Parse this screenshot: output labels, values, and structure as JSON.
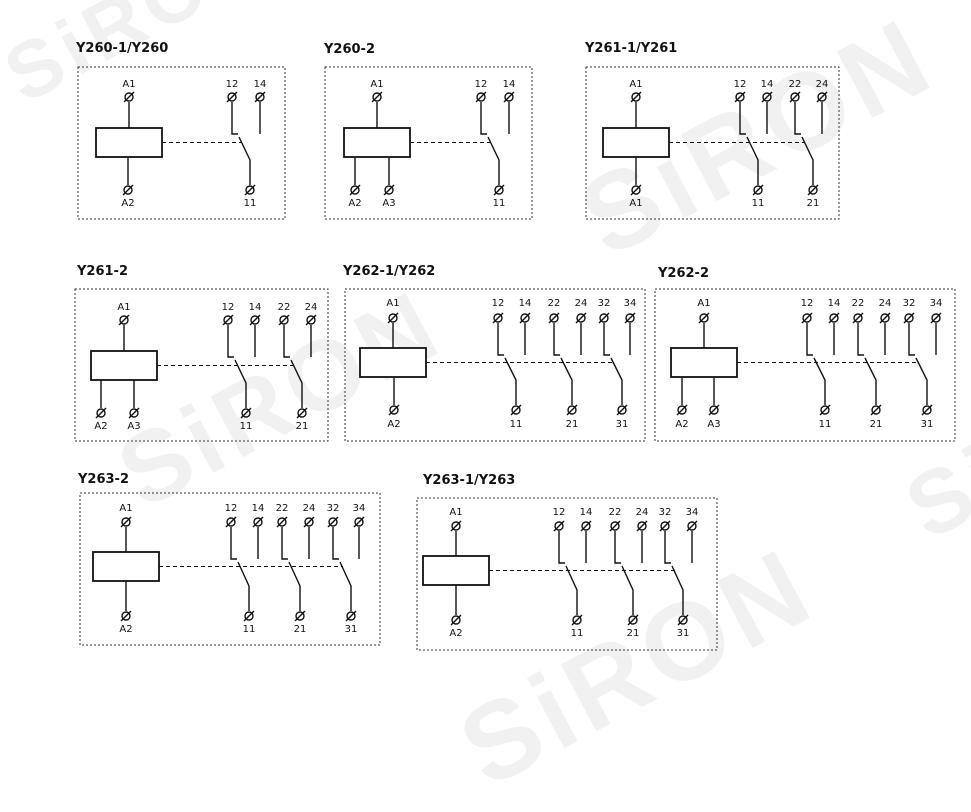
{
  "watermark": {
    "text": "SiRON"
  },
  "diagrams": [
    {
      "id": "d1",
      "title": "Y260-1/Y260",
      "left_labels": [
        "A1",
        "A2"
      ],
      "groups": [
        {
          "top": [
            "12",
            "14"
          ],
          "bottom": "11"
        }
      ]
    },
    {
      "id": "d2",
      "title": "Y260-2",
      "left_labels": [
        "A1",
        "A2",
        "A3"
      ],
      "groups": [
        {
          "top": [
            "12",
            "14"
          ],
          "bottom": "11"
        }
      ]
    },
    {
      "id": "d3",
      "title": "Y261-1/Y261",
      "left_labels": [
        "A1",
        "A1"
      ],
      "groups": [
        {
          "top": [
            "12",
            "14"
          ],
          "bottom": "11"
        },
        {
          "top": [
            "22",
            "24"
          ],
          "bottom": "21"
        }
      ]
    },
    {
      "id": "d4",
      "title": "Y261-2",
      "left_labels": [
        "A1",
        "A2",
        "A3"
      ],
      "groups": [
        {
          "top": [
            "12",
            "14"
          ],
          "bottom": "11"
        },
        {
          "top": [
            "22",
            "24"
          ],
          "bottom": "21"
        }
      ]
    },
    {
      "id": "d5",
      "title": "Y262-1/Y262",
      "left_labels": [
        "A1",
        "A2"
      ],
      "groups": [
        {
          "top": [
            "12",
            "14"
          ],
          "bottom": "11"
        },
        {
          "top": [
            "22",
            "24"
          ],
          "bottom": "21"
        },
        {
          "top": [
            "32",
            "34"
          ],
          "bottom": "31"
        }
      ]
    },
    {
      "id": "d6",
      "title": "Y262-2",
      "left_labels": [
        "A1",
        "A2",
        "A3"
      ],
      "groups": [
        {
          "top": [
            "12",
            "14"
          ],
          "bottom": "11"
        },
        {
          "top": [
            "22",
            "24"
          ],
          "bottom": "21"
        },
        {
          "top": [
            "32",
            "34"
          ],
          "bottom": "31"
        }
      ]
    },
    {
      "id": "d7",
      "title": "Y263-2",
      "left_labels": [
        "A1",
        "A2"
      ],
      "groups": [
        {
          "top": [
            "12",
            "14"
          ],
          "bottom": "11"
        },
        {
          "top": [
            "22",
            "24"
          ],
          "bottom": "21"
        },
        {
          "top": [
            "32",
            "34"
          ],
          "bottom": "31"
        }
      ]
    },
    {
      "id": "d8",
      "title": "Y263-1/Y263",
      "left_labels": [
        "A1",
        "A2"
      ],
      "groups": [
        {
          "top": [
            "12",
            "14"
          ],
          "bottom": "11"
        },
        {
          "top": [
            "22",
            "24"
          ],
          "bottom": "21"
        },
        {
          "top": [
            "32",
            "34"
          ],
          "bottom": "31"
        }
      ]
    }
  ]
}
